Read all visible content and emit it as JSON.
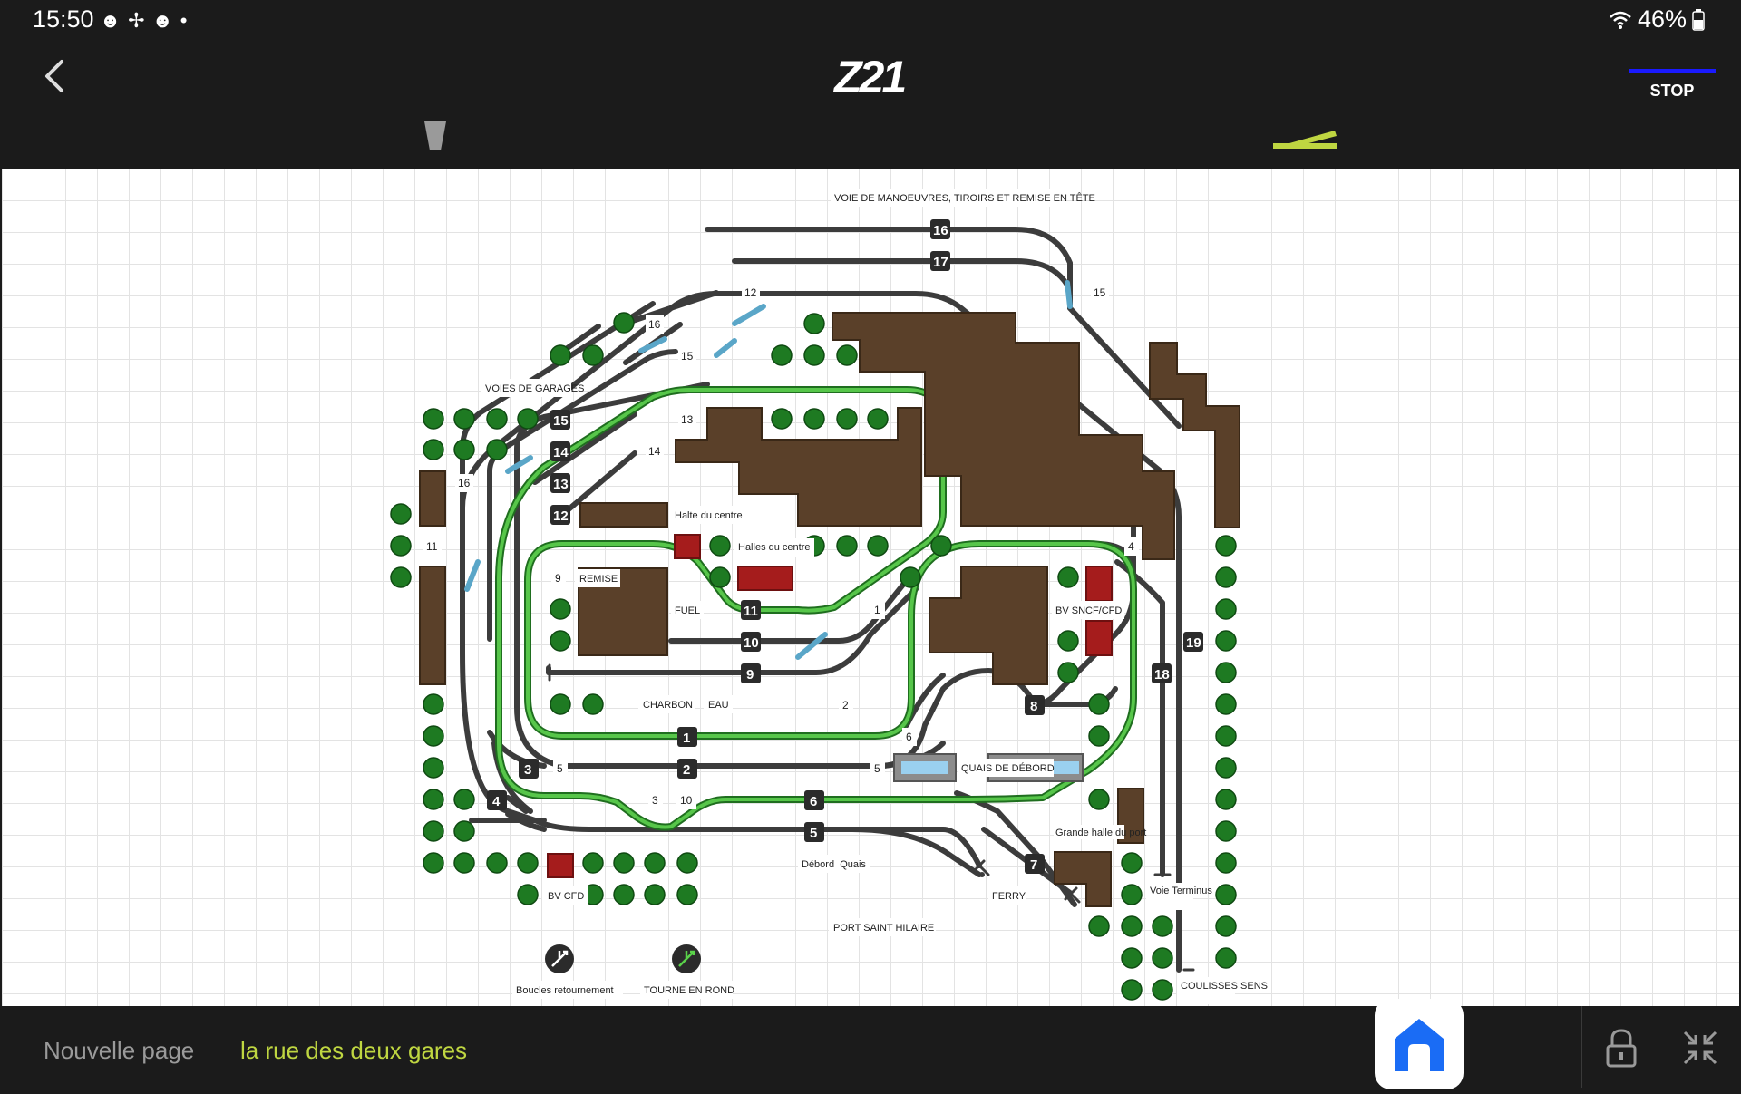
{
  "status_bar": {
    "time": "15:50",
    "battery": "46%"
  },
  "app": {
    "logo": "Z21",
    "stop_label": "STOP"
  },
  "bottom_bar": {
    "new_page_tab": "Nouvelle page",
    "active_page_tab": "la rue des deux gares"
  },
  "colors": {
    "accent_green": "#bfd641",
    "stop_blue": "#1a1aff",
    "track_green": "#2fae2f",
    "track_dark": "#3c3c3c",
    "track_blue": "#5aa6c8",
    "building_brown": "#5a4029",
    "building_red": "#a51c1c",
    "home_blue": "#1a6cf5"
  },
  "icons": {
    "back": "chevron-left-icon",
    "throttle": "throttle-icon",
    "track": "turnout-icon",
    "home": "home-icon",
    "lock": "lock-icon",
    "shrink": "shrink-icon",
    "wifi": "wifi-icon",
    "battery": "battery-icon"
  },
  "labels": [
    "VOIE DE MANOEUVRES, TIROIRS ET REMISE EN TÊTE",
    "VOIES DE GARAGES",
    "Halte du centre",
    "Halles du centre",
    "REMISE",
    "FUEL",
    "CHARBON",
    "EAU",
    "BV SNCF/CFD",
    "QUAIS DE DÉBORD",
    "Grande halle du port",
    "Débord  Quais",
    "FERRY",
    "Voie Terminus",
    "BV CFD",
    "PORT SAINT HILAIRE",
    "COULISSES SENS",
    "Boucles retournement",
    "TOURNE EN ROND"
  ],
  "small_numbers": [
    "12",
    "16",
    "15",
    "15",
    "13",
    "14",
    "16",
    "11",
    "9",
    "1",
    "4",
    "2",
    "6",
    "5",
    "5",
    "3",
    "10"
  ],
  "track_sections": [
    "16",
    "17",
    "15",
    "14",
    "13",
    "12",
    "11",
    "10",
    "9",
    "1",
    "2",
    "3",
    "4",
    "5",
    "6",
    "7",
    "8",
    "18",
    "19"
  ]
}
